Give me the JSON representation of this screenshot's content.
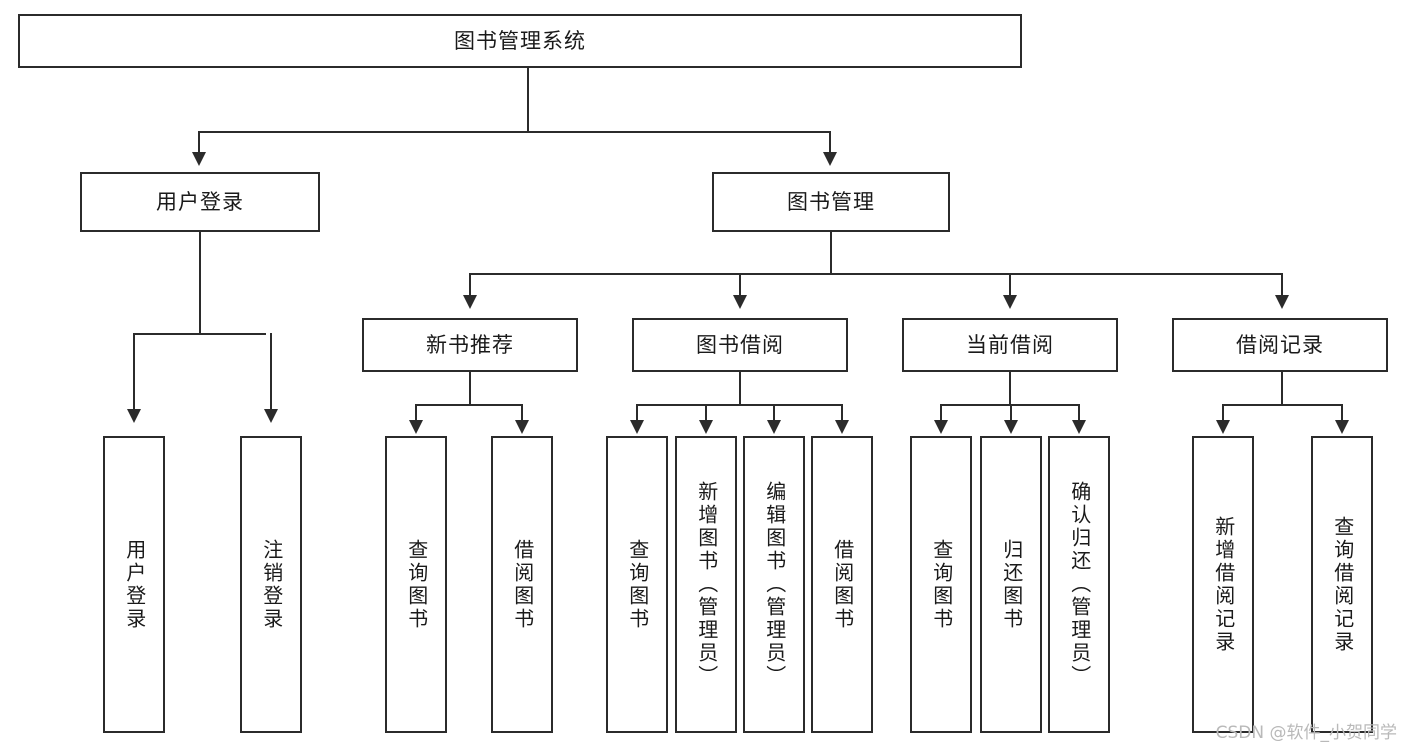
{
  "diagram": {
    "title": "图书管理系统",
    "watermark": "CSDN @软件_小贺同学",
    "colors": {
      "stroke": "#2b2b2b",
      "fill": "#ffffff",
      "text": "#1a1a1a",
      "watermark": "#b9b9b9"
    },
    "root": {
      "label": "图书管理系统"
    },
    "level2": [
      {
        "label": "用户登录"
      },
      {
        "label": "图书管理"
      }
    ],
    "level3": [
      {
        "label": "新书推荐"
      },
      {
        "label": "图书借阅"
      },
      {
        "label": "当前借阅"
      },
      {
        "label": "借阅记录"
      }
    ],
    "leaves": {
      "user_login": [
        {
          "label": "用户登录"
        },
        {
          "label": "注销登录"
        }
      ],
      "new_book": [
        {
          "label": "查询图书"
        },
        {
          "label": "借阅图书"
        }
      ],
      "borrow": [
        {
          "label": "查询图书"
        },
        {
          "label": "新增图书（管理员）"
        },
        {
          "label": "编辑图书（管理员）"
        },
        {
          "label": "借阅图书"
        }
      ],
      "current": [
        {
          "label": "查询图书"
        },
        {
          "label": "归还图书"
        },
        {
          "label": "确认归还（管理员）"
        }
      ],
      "records": [
        {
          "label": "新增借阅记录"
        },
        {
          "label": "查询借阅记录"
        }
      ]
    }
  }
}
